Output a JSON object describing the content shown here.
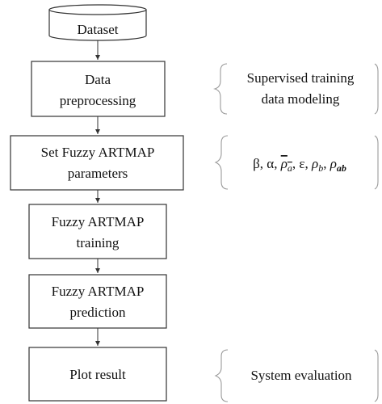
{
  "diagram": {
    "nodes": [
      {
        "id": "dataset",
        "shape": "cylinder",
        "lines": [
          "Dataset"
        ]
      },
      {
        "id": "preprocess",
        "shape": "box",
        "lines": [
          "Data",
          "preprocessing"
        ]
      },
      {
        "id": "params",
        "shape": "box",
        "lines": [
          "Set Fuzzy ARTMAP",
          "parameters"
        ]
      },
      {
        "id": "training",
        "shape": "box",
        "lines": [
          "Fuzzy ARTMAP",
          "training"
        ]
      },
      {
        "id": "prediction",
        "shape": "box",
        "lines": [
          "Fuzzy ARTMAP",
          "prediction"
        ]
      },
      {
        "id": "plot",
        "shape": "box",
        "lines": [
          "Plot result"
        ]
      }
    ],
    "edges": [
      {
        "from": "dataset",
        "to": "preprocess"
      },
      {
        "from": "preprocess",
        "to": "params"
      },
      {
        "from": "params",
        "to": "training"
      },
      {
        "from": "training",
        "to": "prediction"
      },
      {
        "from": "prediction",
        "to": "plot"
      }
    ],
    "annotations": [
      {
        "id": "supervised",
        "target": "preprocess",
        "lines": [
          "Supervised training",
          "data modeling"
        ]
      },
      {
        "id": "param-symbols",
        "target": "params",
        "lines": [
          "β, α, ρa, ε, ρb, ρab"
        ]
      },
      {
        "id": "evaluation",
        "target": "plot",
        "lines": [
          "System evaluation"
        ]
      }
    ]
  },
  "colors": {
    "stroke": "#333333",
    "brace": "#9a9a9a",
    "text": "#111111"
  }
}
